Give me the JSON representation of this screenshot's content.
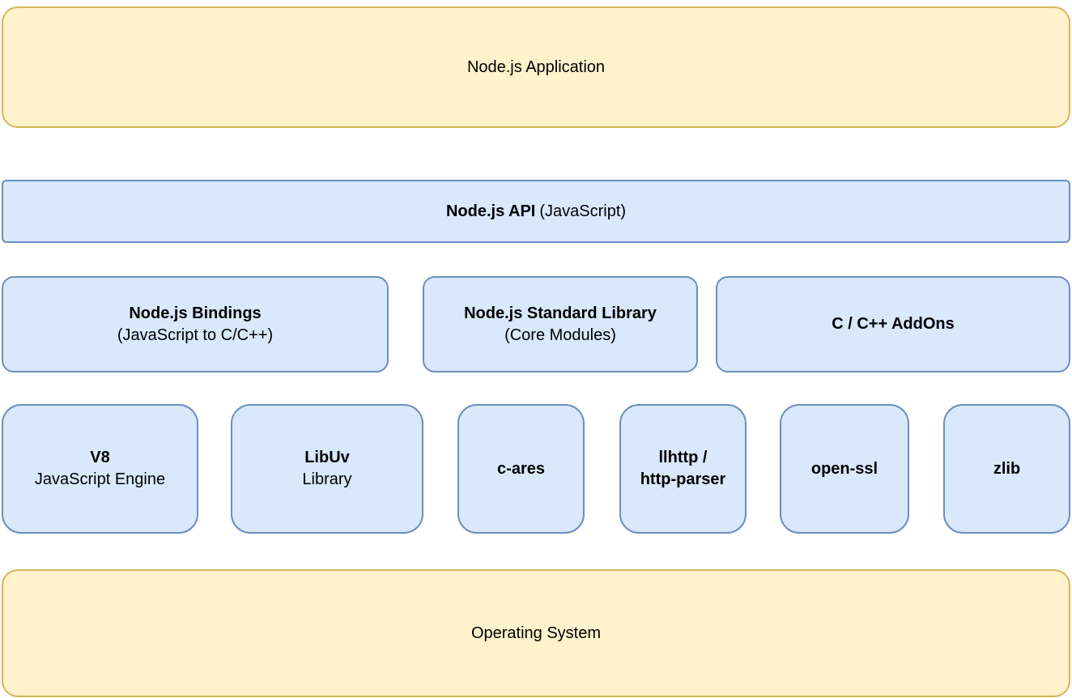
{
  "diagram": {
    "name": "Node.js architecture layers",
    "colors": {
      "yellow_fill": "#fff2cc",
      "yellow_border": "#d6b656",
      "blue_fill": "#dae8fc",
      "blue_border": "#6c8ebf",
      "text": "#000000",
      "background": "#ffffff"
    },
    "application": {
      "label": "Node.js Application"
    },
    "api": {
      "label_bold": "Node.js API",
      "label_regular": "(JavaScript)"
    },
    "middle_row": [
      {
        "title": "Node.js Bindings",
        "subtitle": "(JavaScript to C/C++)"
      },
      {
        "title": "Node.js Standard Library",
        "subtitle": "(Core Modules)"
      },
      {
        "title": "C / C++ AddOns"
      }
    ],
    "engine_row": [
      {
        "title": "V8",
        "subtitle": "JavaScript Engine"
      },
      {
        "title": "LibUv",
        "subtitle": "Library"
      },
      {
        "title": "c-ares"
      },
      {
        "title_line1": "llhttp /",
        "title_line2": "http-parser"
      },
      {
        "title": "open-ssl"
      },
      {
        "title": "zlib"
      }
    ],
    "os": {
      "label": "Operating System"
    }
  }
}
